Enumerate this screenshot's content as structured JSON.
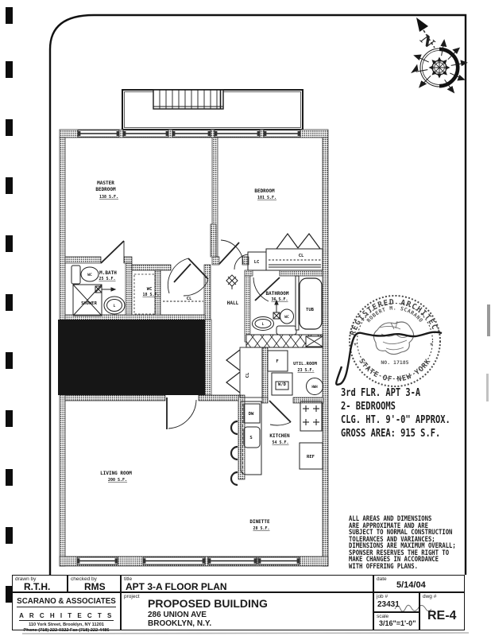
{
  "page": {
    "compass_label": "N",
    "info_lines": [
      "3rd FLR. APT 3-A",
      "2- BEDROOMS",
      "CLG. HT. 9'-0\" APPROX.",
      "GROSS AREA: 915 S.F."
    ],
    "disclaimer_lines": [
      "ALL AREAS AND DIMENSIONS",
      "ARE APPROXIMATE AND ARE",
      "SUBJECT TO NORMAL CONSTRUCTION",
      "TOLERANCES AND VARIANCES;",
      "DIMENSIONS ARE MAXIMUM OVERALL;",
      "SPONSER RESERVES THE RIGHT TO",
      "MAKE CHANGES IN ACCORDANCE",
      "WITH OFFERING PLANS."
    ]
  },
  "stamp": {
    "top_arc": "REGISTERED ARCHITECT",
    "name_arc": "ROBERT M. SCARANO",
    "bottom_arc": "STATE OF NEW YORK",
    "number": "NO. 17185",
    "star_left": "*",
    "star_right": "*"
  },
  "plan": {
    "rooms": {
      "master_bedroom": {
        "l1": "MASTER",
        "l2": "BEDROOM",
        "area": "138 S.F."
      },
      "bedroom": {
        "l1": "BEDROOM",
        "area": "101 S.F."
      },
      "mbath": {
        "l1": "M.BATH",
        "area": "25 S.F."
      },
      "wc_room": {
        "l1": "WC",
        "area": "18 S.F."
      },
      "hall": {
        "l1": "HALL"
      },
      "bathroom": {
        "l1": "BATHROOM",
        "area": "36 S.F."
      },
      "util_room": {
        "l1": "UTIL.ROOM",
        "area": "23 S.F."
      },
      "kitchen": {
        "l1": "KITCHEN",
        "area": "54 S.F."
      },
      "living_room": {
        "l1": "LIVING ROOM",
        "area": "200 S.F."
      },
      "dinette": {
        "l1": "DINETTE",
        "area": "28 S.F."
      },
      "shower": "SHOWER"
    },
    "fixtures": {
      "tub": "TUB",
      "wc_oval_mbath": "WC",
      "wc_oval_bath": "WC",
      "lav_mbath": "L",
      "lav_bath": "L",
      "lc": "LC",
      "cl_bedroom": "CL",
      "cl_mid": "CL",
      "cl_kitchen": "CL",
      "f": "F",
      "wd": "W/D",
      "hwh": "HWH",
      "dw": "DW",
      "sink": "S",
      "ref": "REF"
    }
  },
  "titleblock": {
    "drawn_by_label": "drawn by",
    "drawn_by": "R.T.H.",
    "checked_by_label": "checked by",
    "checked_by": "RMS",
    "title_label": "title",
    "title": "APT 3-A FLOOR PLAN",
    "date_label": "date",
    "date": "5/14/04",
    "firm_name": "SCARANO & ASSOCIATES",
    "firm_sub": "A R C H I T E C T S",
    "firm_address": "110 York Street,  Brooklyn,  NY  11201",
    "firm_phone": "Phone (718) 222-0322  Fax (718) 222-4486",
    "project_label": "project",
    "project_1": "PROPOSED BUILDING",
    "project_2": "286 UNION AVE",
    "project_3": "BROOKLYN, N.Y.",
    "job_label": "job #",
    "job": "23431",
    "scale_label": "scale",
    "scale": "3/16\"=1'-0\"",
    "dwg_label": "dwg #",
    "dwg": "RE-4"
  }
}
